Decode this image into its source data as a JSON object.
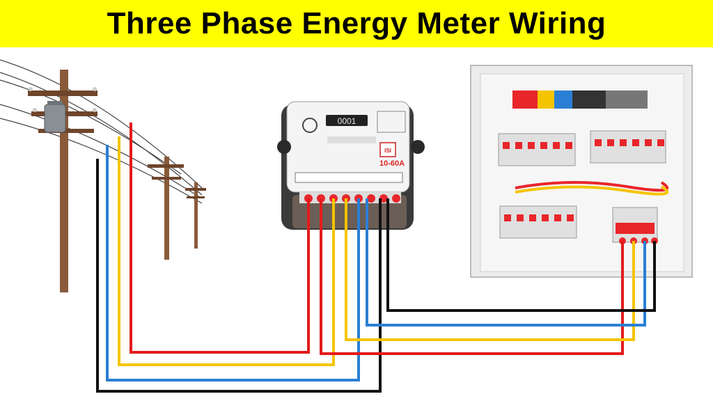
{
  "title": "Three Phase Energy Meter Wiring",
  "meter": {
    "rating": "10-60A",
    "isi_mark": "ISI",
    "digits": "0001"
  },
  "wire_colors": {
    "red": "#e41b1b",
    "yellow": "#f5c400",
    "blue": "#2a7fd4",
    "black": "#111111"
  },
  "colors": {
    "title_bg": "#ffff00",
    "pole": "#8a5a3a",
    "panel": "#f2f2f2",
    "terminal": "#e8262a"
  }
}
